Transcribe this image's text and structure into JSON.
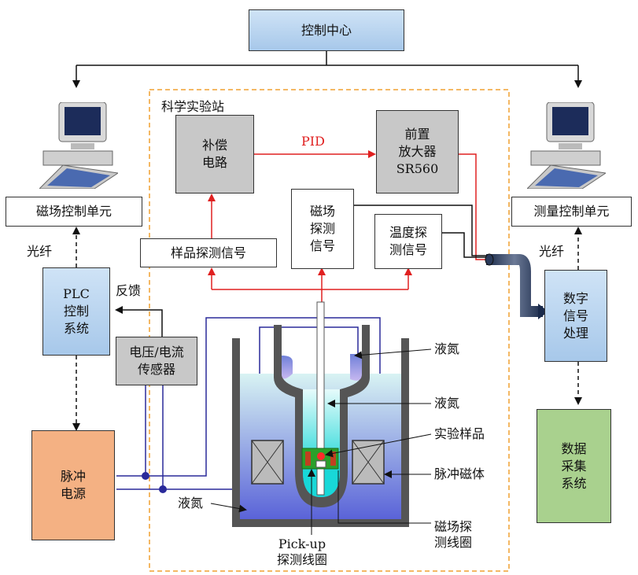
{
  "control_center": "控制中心",
  "station_title": "科学实验站",
  "compensation": "补偿\n电路",
  "pid": "PID",
  "preamp": "前置\n放大器\nSR560",
  "field_signal": "磁场\n探测\n信号",
  "temp_signal": "温度探\n测信号",
  "sample_signal": "样品探测信号",
  "field_control": "磁场控制单元",
  "measure_control": "测量控制单元",
  "fiber_left": "光纤",
  "fiber_right": "光纤",
  "plc": "PLC\n控制\n系统",
  "feedback": "反馈",
  "sensor": "电压/电流\n传感器",
  "pulse_power": "脉冲\n电源",
  "dsp": "数字\n信号\n处理",
  "daq": "数据\n采集\n系统",
  "ln2_top": "液氮",
  "ln2_mid": "液氮",
  "sample": "实验样品",
  "pulse_magnet": "脉冲磁体",
  "ln2_left": "液氮",
  "field_coil": "磁场探\n测线圈",
  "pickup": "Pick-up\n探测线圈",
  "colors": {
    "red": "#e02020",
    "blue": "#2a2a9a",
    "orange_dash": "#f0a030"
  }
}
